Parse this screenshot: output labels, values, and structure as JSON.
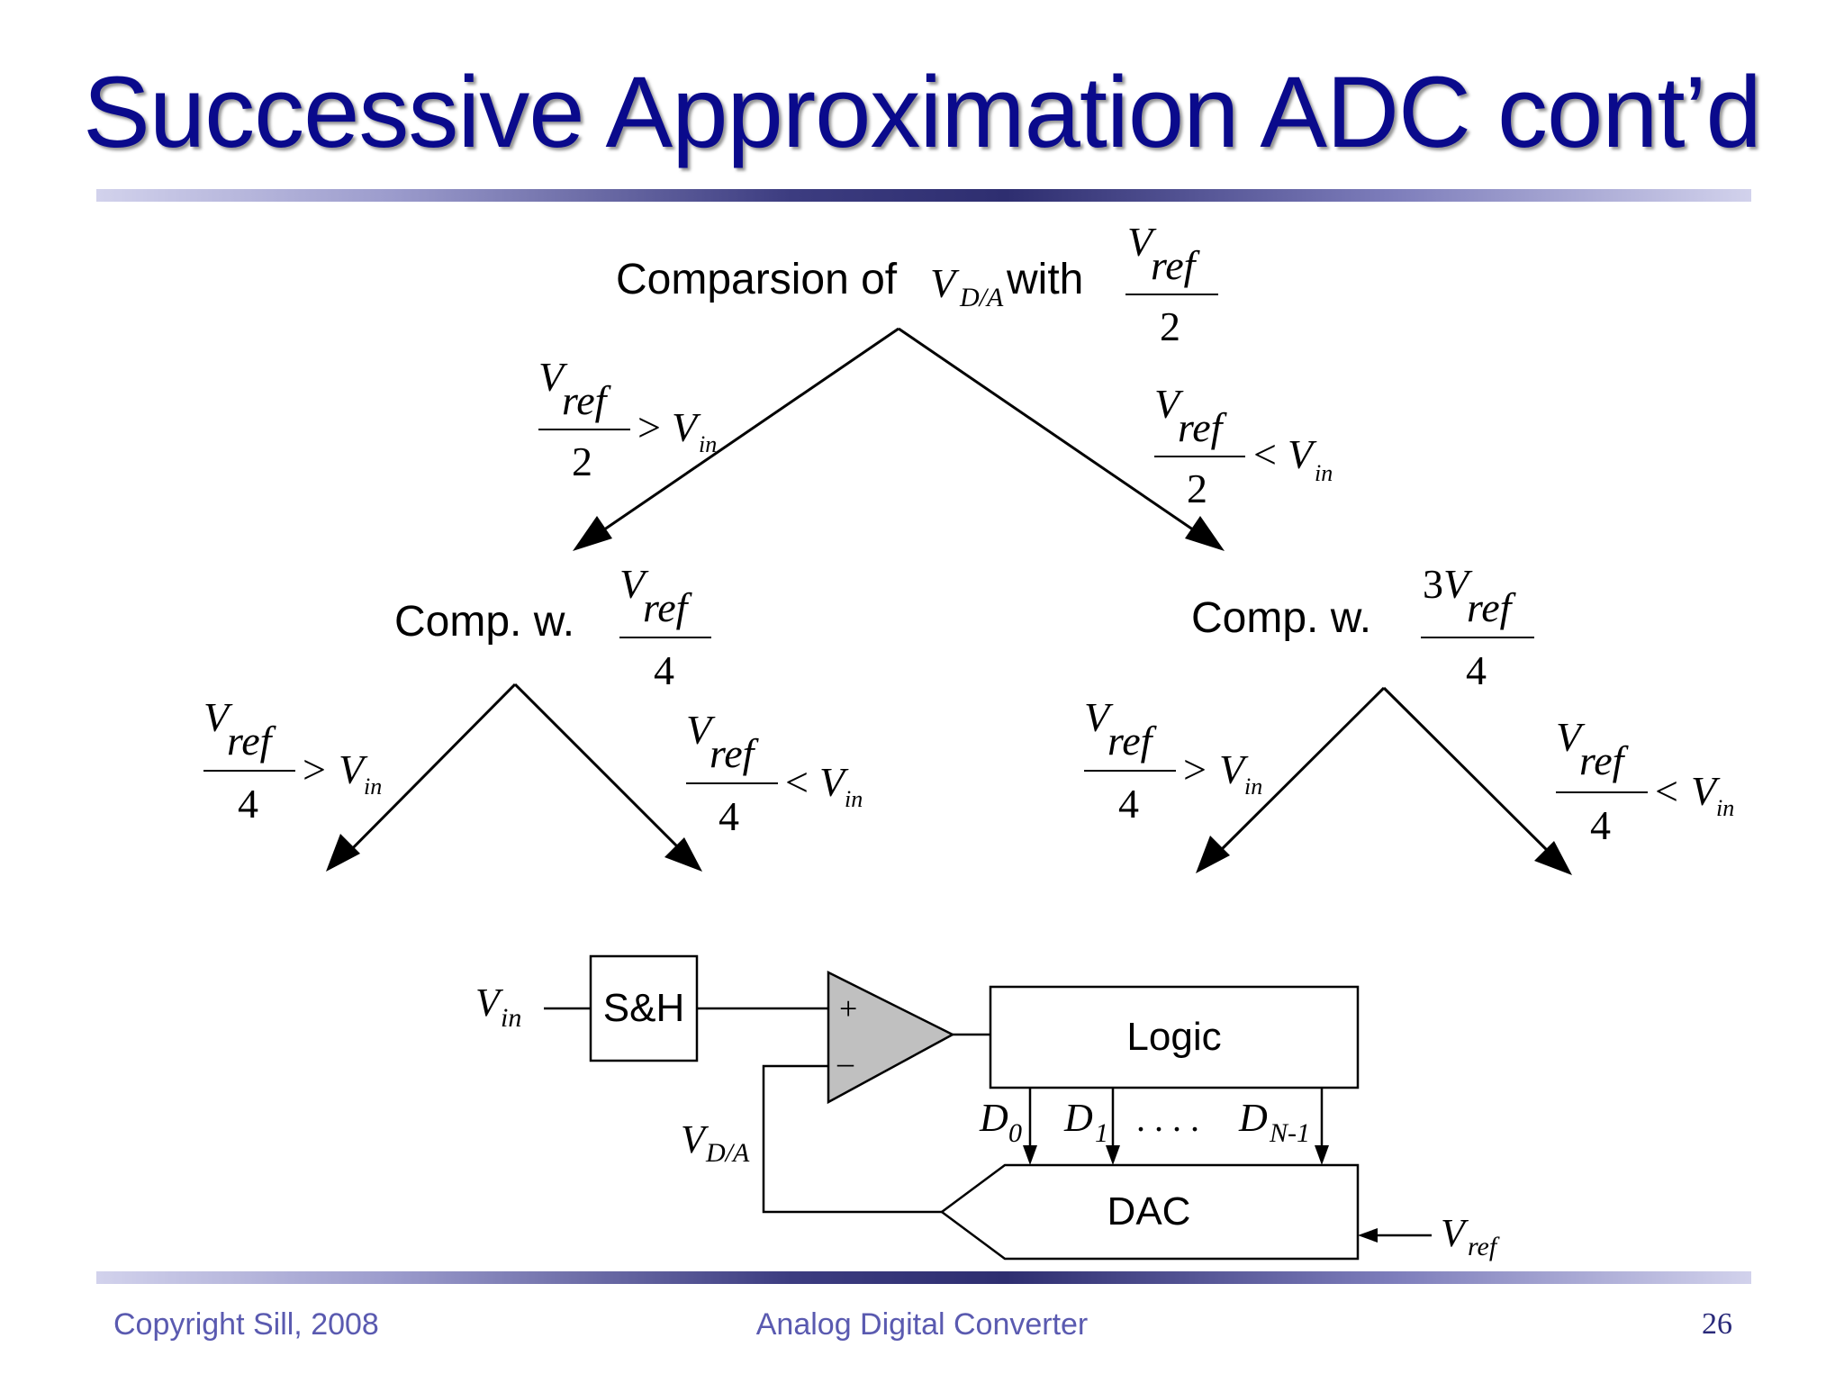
{
  "title": "Successive Approximation ADC cont’d",
  "tree": {
    "root": {
      "label": "Comparsion of ",
      "v": "V",
      "v_sub": "D/A",
      "with": " with",
      "frac_num_v": "V",
      "frac_num_sub": "ref",
      "frac_den": "2"
    },
    "branch_left": {
      "v": "V",
      "sub": "ref",
      "den": "2",
      "op": ">",
      "rv": "V",
      "rsub": "in"
    },
    "branch_right": {
      "v": "V",
      "sub": "ref",
      "den": "2",
      "op": "<",
      "rv": "V",
      "rsub": "in"
    },
    "left_node": {
      "label": "Comp. w.",
      "v": "V",
      "sub": "ref",
      "den": "4"
    },
    "right_node": {
      "label": "Comp. w.",
      "coef": "3",
      "v": "V",
      "sub": "ref",
      "den": "4"
    },
    "ll": {
      "v": "V",
      "sub": "ref",
      "den": "4",
      "op": ">",
      "rv": "V",
      "rsub": "in"
    },
    "lr": {
      "v": "V",
      "sub": "ref",
      "den": "4",
      "op": "<",
      "rv": "V",
      "rsub": "in"
    },
    "rl": {
      "v": "V",
      "sub": "ref",
      "den": "4",
      "op": ">",
      "rv": "V",
      "rsub": "in"
    },
    "rr": {
      "v": "V",
      "sub": "ref",
      "den": "4",
      "op": "<",
      "rv": "V",
      "rsub": "in"
    }
  },
  "circuit": {
    "vin": "V",
    "vin_sub": "in",
    "sh": "S&H",
    "plus": "+",
    "minus": "–",
    "logic": "Logic",
    "d0": "D",
    "d0_sub": "0",
    "d1": "D",
    "d1_sub": "1",
    "dots": ". . . .",
    "dn": "D",
    "dn_sub": "N-1",
    "dac": "DAC",
    "vda": "V",
    "vda_sub": "D/A",
    "vref": "V",
    "vref_sub": "ref"
  },
  "footer": {
    "left": "Copyright Sill, 2008",
    "center": "Analog Digital Converter",
    "page": "26"
  },
  "colors": {
    "title": "#0a0a8c",
    "footer": "#5a5ab0",
    "comparator_fill": "#c0c0c0"
  }
}
